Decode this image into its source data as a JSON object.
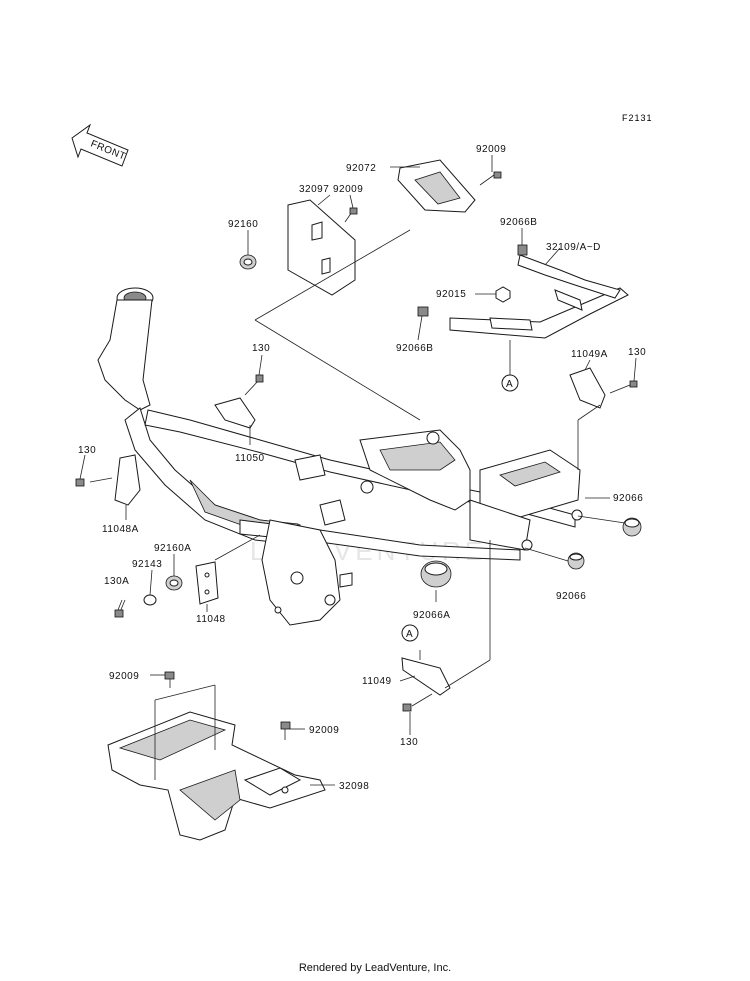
{
  "figure_code": "F2131",
  "front_arrow": "FRONT",
  "watermark": "LEADVENTURE",
  "footer": "Rendered by LeadVenture, Inc.",
  "callouts": {
    "a_top": "A",
    "a_bottom": "A"
  },
  "labels": {
    "p92072": "92072",
    "p92009_top": "92009",
    "p32097": "32097",
    "p92009_mid": "92009",
    "p92160": "92160",
    "p92066B_top": "92066B",
    "p32109": "32109/A~D",
    "p92015": "92015",
    "p92066B_bot": "92066B",
    "p130_a": "130",
    "p11049A": "11049A",
    "p130_b": "130",
    "p11050": "11050",
    "p130_c": "130",
    "p11048A": "11048A",
    "p92066_a": "92066",
    "p92160A": "92160A",
    "p92143": "92143",
    "p130A": "130A",
    "p11048": "11048",
    "p92066A": "92066A",
    "p92066_b": "92066",
    "p92009_low": "92009",
    "p11049": "11049",
    "p92009_guard": "92009",
    "p130_d": "130",
    "p32098": "32098"
  }
}
